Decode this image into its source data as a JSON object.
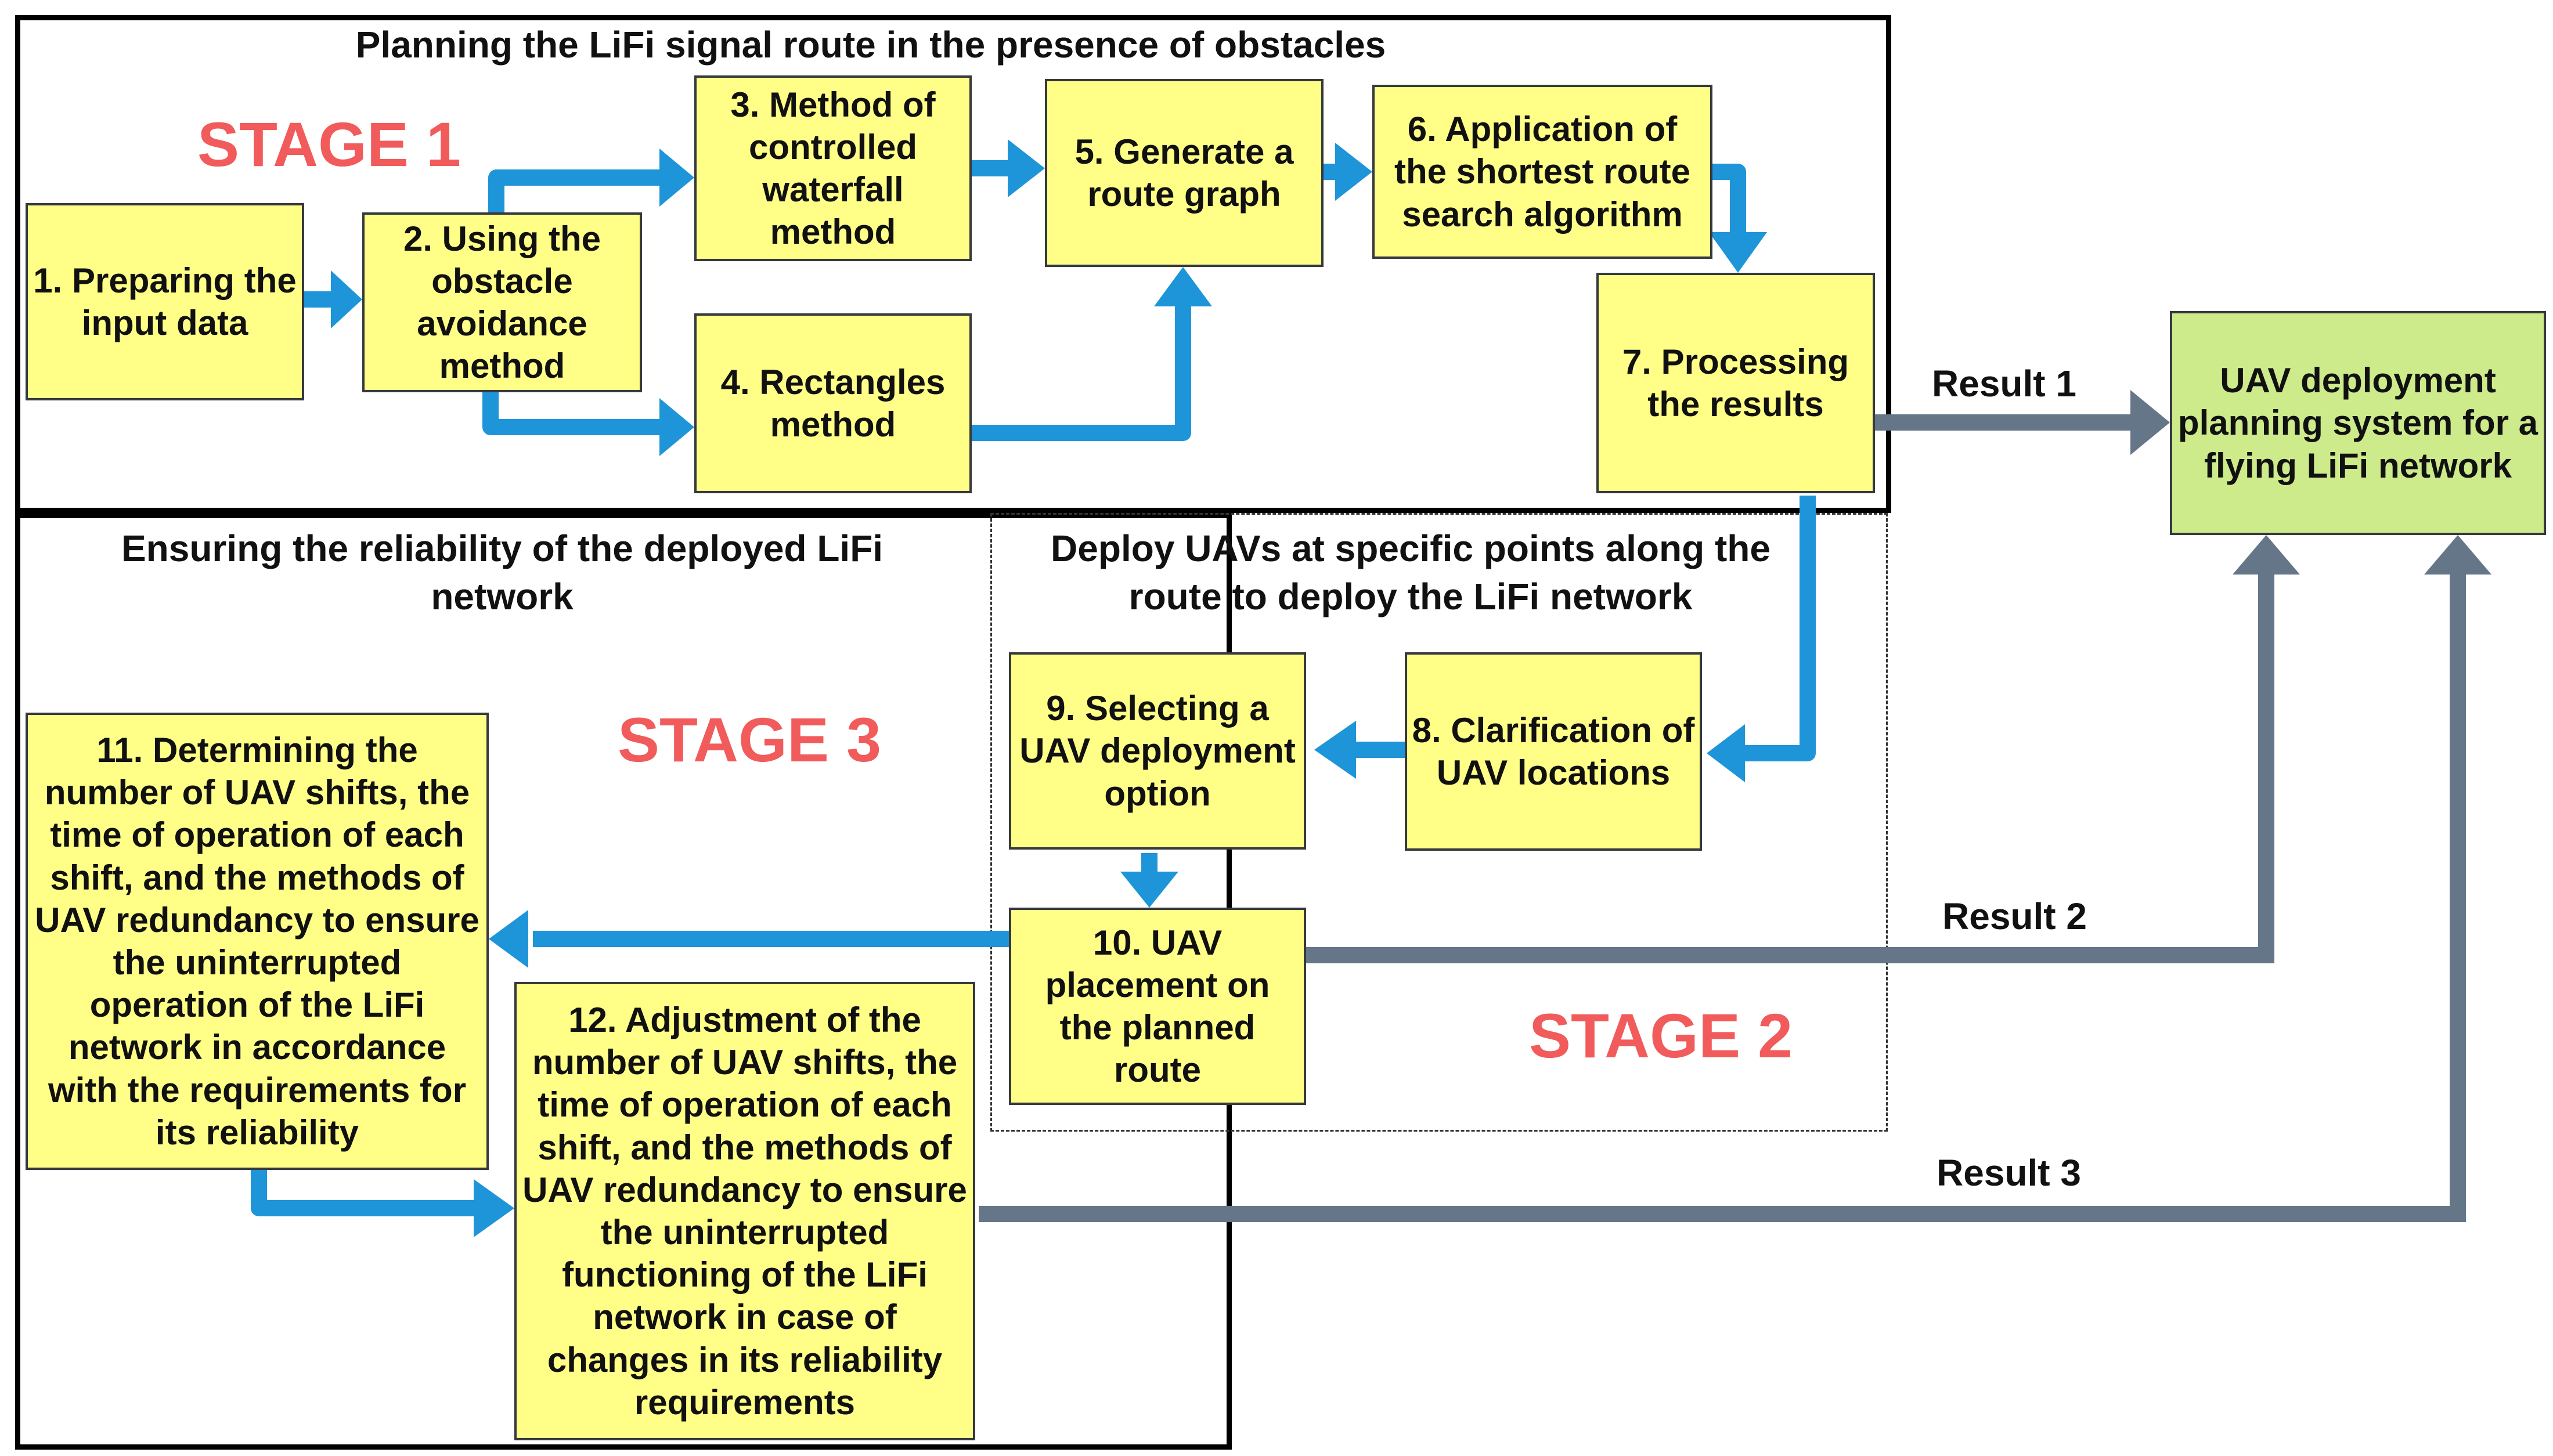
{
  "regions": {
    "stage1_heading": "Planning the LiFi signal route in the presence of obstacles",
    "stage2_heading": "Deploy UAVs at specific points along the route to deploy the LiFi network",
    "stage3_heading": "Ensuring the reliability of the deployed LiFi network"
  },
  "stages": {
    "stage1": "STAGE 1",
    "stage2": "STAGE 2",
    "stage3": "STAGE 3"
  },
  "steps": {
    "s1": "1. Preparing the input data",
    "s2": "2. Using the obstacle avoidance method",
    "s3": "3. Method of controlled waterfall method",
    "s4": "4. Rectangles method",
    "s5": "5. Generate a route graph",
    "s6": "6. Application of the shortest route search algorithm",
    "s7": "7. Processing the results",
    "s8": "8. Clarification of UAV locations",
    "s9": "9. Selecting a UAV deployment option",
    "s10": "10. UAV placement on the planned route",
    "s11": "11. Determining the number of UAV shifts, the time of operation of each shift, and the methods of UAV redundancy to ensure the uninterrupted operation of the LiFi network in accordance with the requirements for its reliability",
    "s12": "12. Adjustment of the number of UAV shifts, the time of operation of each shift, and the methods of UAV redundancy to ensure the uninterrupted functioning of the LiFi network in case of changes in its reliability requirements"
  },
  "output": {
    "system": "UAV deployment planning system for a flying LiFi network",
    "result1": "Result 1",
    "result2": "Result 2",
    "result3": "Result 3"
  },
  "colors": {
    "step_fill": "#ffff88",
    "output_fill": "#cdeb8b",
    "flow_arrow": "#1e95d8",
    "result_arrow": "#647687",
    "stage_label": "#f15b5b"
  }
}
